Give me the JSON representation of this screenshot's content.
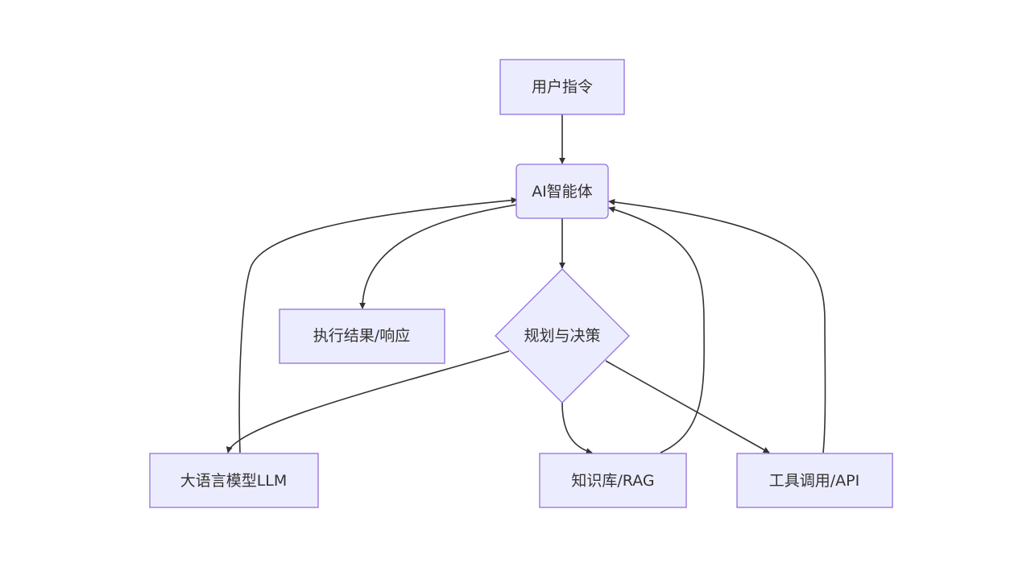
{
  "nodes": {
    "user_command": "用户指令",
    "ai_agent": "AI智能体",
    "planning": "规划与决策",
    "result": "执行结果/响应",
    "llm": "大语言模型LLM",
    "knowledge_base": "知识库/RAG",
    "tool_call": "工具调用/API"
  },
  "colors": {
    "node_fill": "#ececff",
    "node_stroke": "#9370db",
    "edge": "#333333",
    "text": "#333333"
  }
}
